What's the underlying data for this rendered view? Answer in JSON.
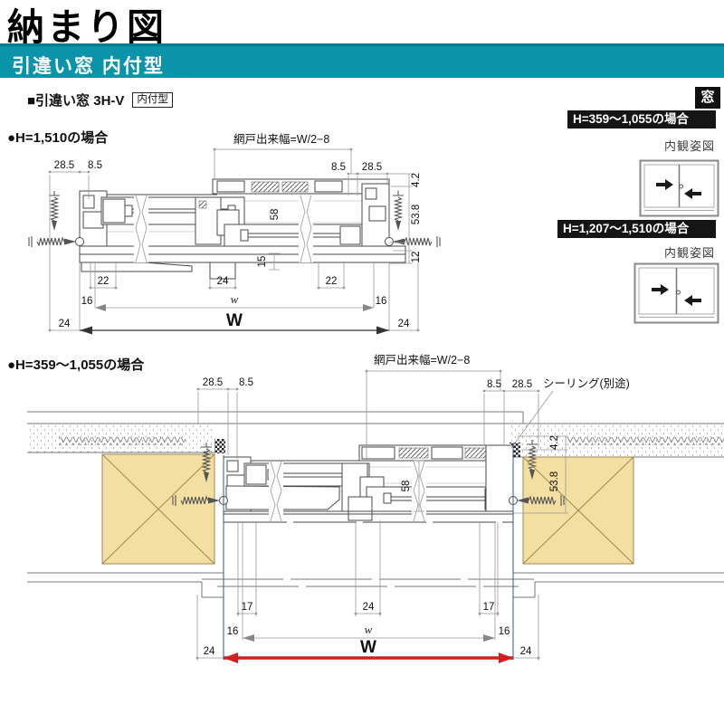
{
  "page": {
    "title": "納まり図"
  },
  "banner": {
    "label": "引違い窓 内付型"
  },
  "section": {
    "title": "■引違い窓 3H-V",
    "badge": "内付型"
  },
  "sidebar": {
    "tab": "窓",
    "case1": {
      "header": "H=359〜1,055の場合",
      "view_label": "内観姿図"
    },
    "case2": {
      "header": "H=1,207〜1,510の場合",
      "view_label": "内観姿図"
    }
  },
  "upper": {
    "title": "●H=1,510の場合",
    "screen_label": "網戸出来幅=W/2−8",
    "dims": {
      "tl1": "28.5",
      "tl2": "8.5",
      "tr1": "8.5",
      "tr2": "28.5",
      "rv1": "4.2",
      "rv2": "53.8",
      "rv3": "12",
      "cv1": "58",
      "cv2": "15",
      "b1": "22",
      "b2": "24",
      "b3": "22",
      "i1": "16",
      "iw": "w",
      "i2": "16",
      "o1": "24",
      "ow": "W",
      "o2": "24"
    }
  },
  "lower": {
    "title": "●H=359〜1,055の場合",
    "screen_label": "網戸出来幅=W/2−8",
    "sealing_label": "シーリング(別途)",
    "dims": {
      "tl1": "28.5",
      "tl2": "8.5",
      "tr1": "8.5",
      "tr2": "28.5",
      "rv1": "4.2",
      "rv2": "53.8",
      "cv1": "58",
      "b1": "17",
      "b2": "24",
      "b3": "17",
      "i1": "16",
      "iw": "w",
      "i2": "16",
      "o1": "24",
      "ow": "W",
      "o2": "24"
    }
  },
  "colors": {
    "banner_teal": "#0a93a9",
    "header_black": "#151515",
    "wood_tan": "#f4dfa2",
    "dim_red": "#cf2020",
    "ext_blue": "#3c5096"
  }
}
